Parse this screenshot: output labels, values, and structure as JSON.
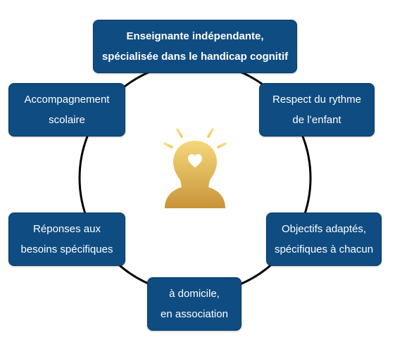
{
  "center_icon": "person-with-lightbulb-head-and-heart-icon",
  "colors": {
    "box_fill": "#0f4c81",
    "box_text": "#ffffff",
    "ring": "#000000",
    "icon_gold_light": "#f5d87a",
    "icon_gold_dark": "#c8943a"
  },
  "nodes": {
    "top": {
      "line1": "Enseignante indépendante,",
      "line2": "spécialisée dans le handicap cognitif"
    },
    "upper_left": {
      "line1": "Accompagnement",
      "line2": "scolaire"
    },
    "upper_right": {
      "line1": "Respect du rythme",
      "line2": "de l’enfant"
    },
    "lower_left": {
      "line1": "Réponses aux",
      "line2": "besoins spécifiques"
    },
    "lower_right": {
      "line1": "Objectifs adaptés,",
      "line2": "spécifiques à chacun"
    },
    "bottom": {
      "line1": "à domicile,",
      "line2": "en association"
    }
  }
}
